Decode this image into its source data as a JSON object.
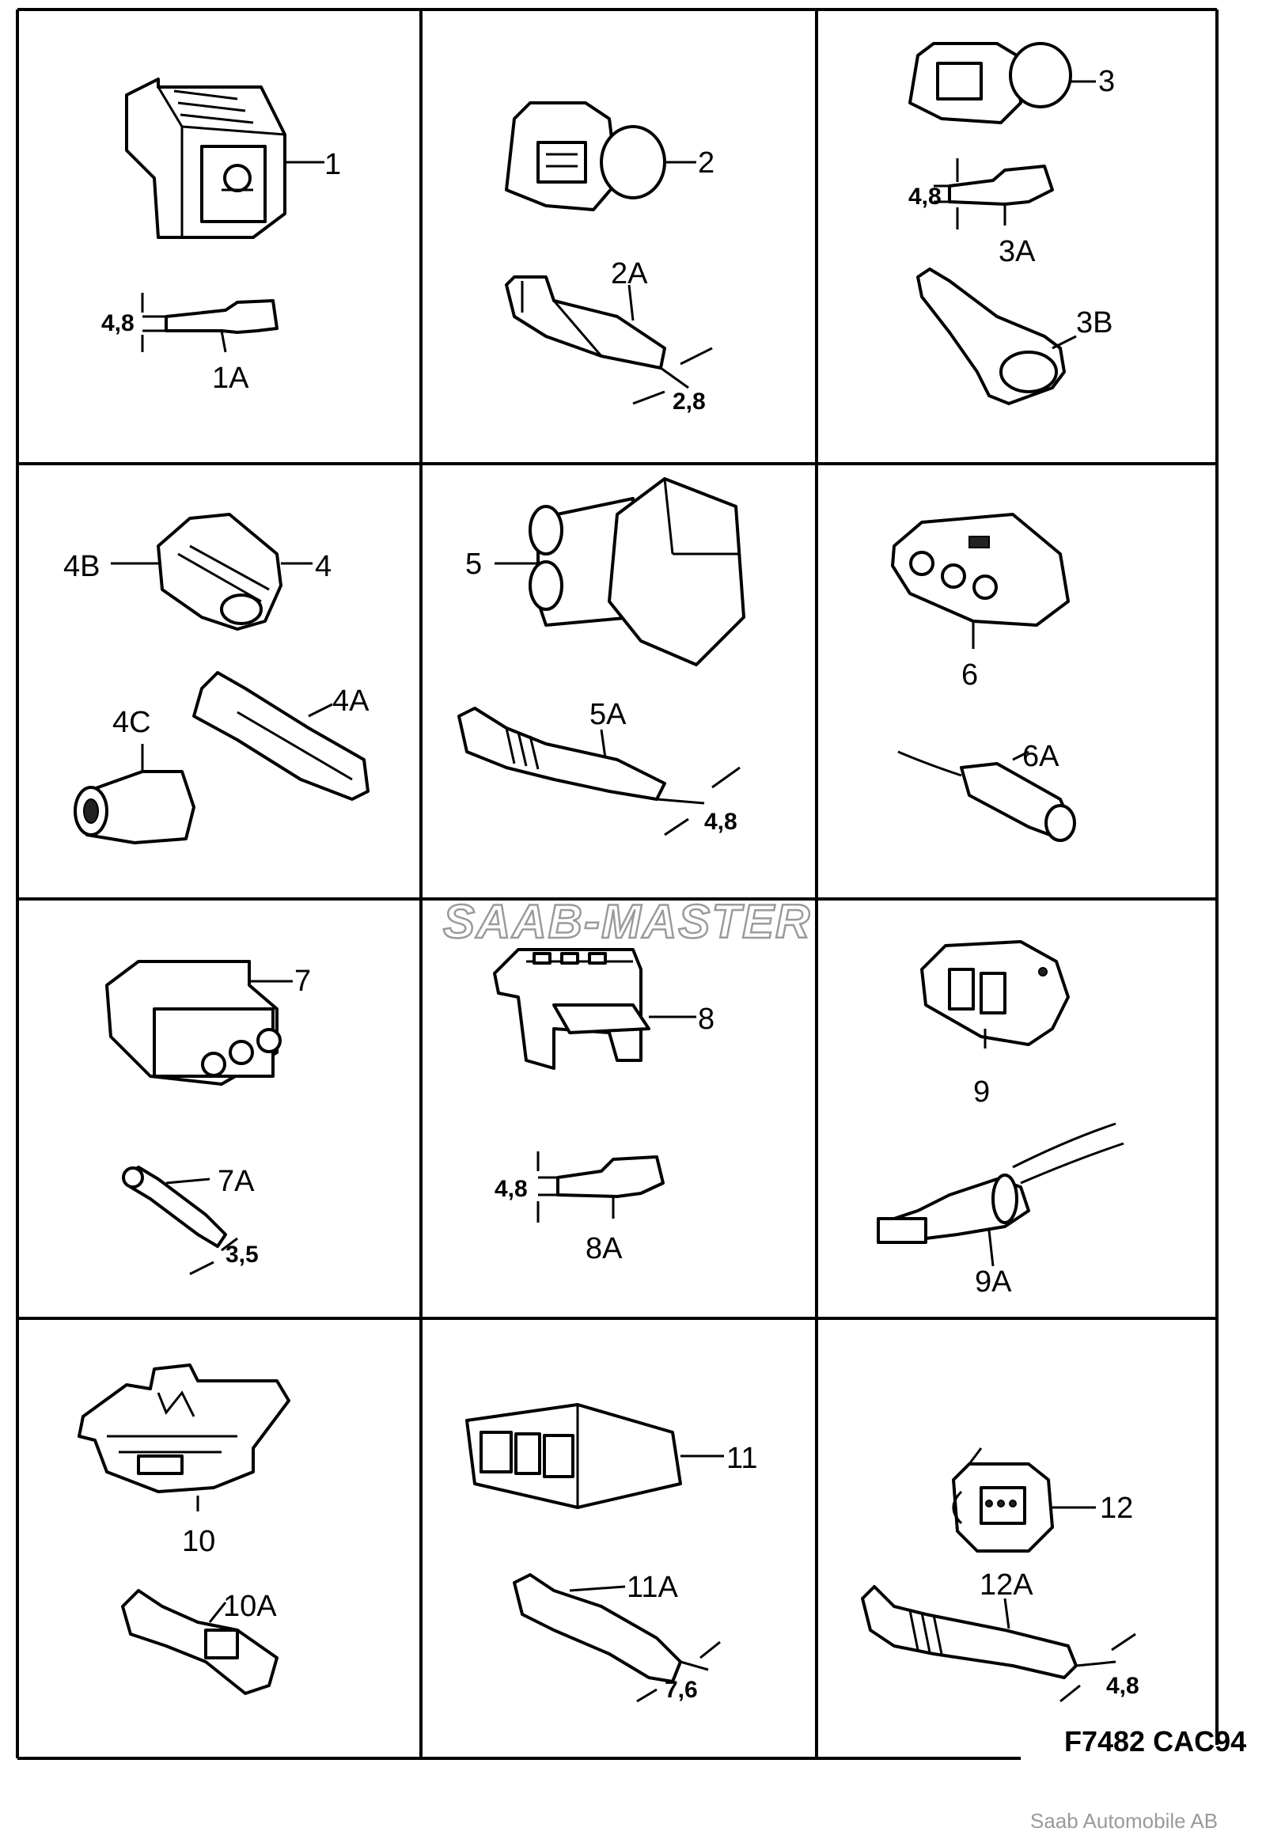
{
  "figure": {
    "code": "F7482 CAC94",
    "watermark": "SAAB-MASTER",
    "copyright": "Saab Automobile AB"
  },
  "cells": [
    {
      "id": "c1",
      "parts": [
        "1",
        "1A"
      ],
      "dims": [
        "4,8"
      ]
    },
    {
      "id": "c2",
      "parts": [
        "2",
        "2A"
      ],
      "dims": [
        "2,8"
      ]
    },
    {
      "id": "c3",
      "parts": [
        "3",
        "3A",
        "3B"
      ],
      "dims": [
        "4,8"
      ]
    },
    {
      "id": "c4",
      "parts": [
        "4",
        "4A",
        "4B",
        "4C"
      ],
      "dims": []
    },
    {
      "id": "c5",
      "parts": [
        "5",
        "5A"
      ],
      "dims": [
        "4,8"
      ]
    },
    {
      "id": "c6",
      "parts": [
        "6",
        "6A"
      ],
      "dims": []
    },
    {
      "id": "c7",
      "parts": [
        "7",
        "7A"
      ],
      "dims": [
        "3,5"
      ]
    },
    {
      "id": "c8",
      "parts": [
        "8",
        "8A"
      ],
      "dims": [
        "4,8"
      ]
    },
    {
      "id": "c9",
      "parts": [
        "9",
        "9A"
      ],
      "dims": []
    },
    {
      "id": "c10",
      "parts": [
        "10",
        "10A"
      ],
      "dims": []
    },
    {
      "id": "c11",
      "parts": [
        "11",
        "11A"
      ],
      "dims": [
        "7,6"
      ]
    },
    {
      "id": "c12",
      "parts": [
        "12",
        "12A"
      ],
      "dims": [
        "4,8"
      ]
    }
  ]
}
